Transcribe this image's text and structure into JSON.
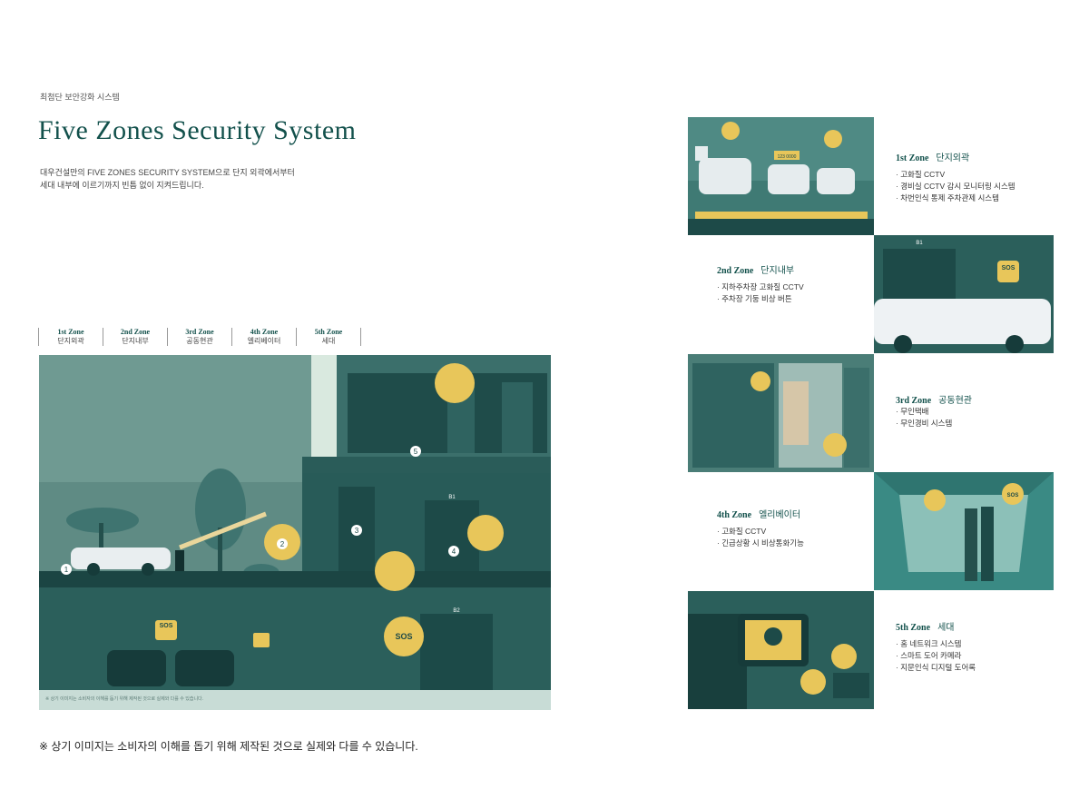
{
  "header": {
    "kicker": "최첨단 보안강화 시스템",
    "title": "Five Zones Security System",
    "description": [
      "대우건설만의 FIVE ZONES SECURITY SYSTEM으로 단지 외곽에서부터",
      "세대 내부에 이르기까지 빈틈 없이 지켜드립니다."
    ]
  },
  "zone_tabs": [
    {
      "en": "1st Zone",
      "ko": "단지외곽"
    },
    {
      "en": "2nd Zone",
      "ko": "단지내부"
    },
    {
      "en": "3rd Zone",
      "ko": "공동현관"
    },
    {
      "en": "4th Zone",
      "ko": "엘리베이터"
    },
    {
      "en": "5th Zone",
      "ko": "세대"
    }
  ],
  "illustration": {
    "markers": [
      "1",
      "2",
      "3",
      "4",
      "5"
    ],
    "sos_label": "SOS",
    "floor_sign": "B1",
    "floor_sign_lower": "B2",
    "caption": "※ 상기 이미지는 소비자의 이해를 돕기 위해 제작된 것으로 실제와 다를 수 있습니다."
  },
  "zones": [
    {
      "en": "1st Zone",
      "ko": "단지외곽",
      "items": [
        "· 고화질 CCTV",
        "· 경비실 CCTV 감시 모니터링 시스템",
        "· 차번인식 통제 주차관제 시스템"
      ]
    },
    {
      "en": "2nd Zone",
      "ko": "단지내부",
      "items": [
        "· 지하주차장 고화질 CCTV",
        "· 주차장 기둥 비상 버튼"
      ]
    },
    {
      "en": "3rd Zone",
      "ko": "공동현관",
      "items": [
        "· 무인택배",
        "· 무인경비 시스템"
      ]
    },
    {
      "en": "4th Zone",
      "ko": "엘리베이터",
      "items": [
        "· 고화질 CCTV",
        "· 긴급상황 시 비상통화기능"
      ]
    },
    {
      "en": "5th Zone",
      "ko": "세대",
      "items": [
        "· 홈 네트워크 시스템",
        "· 스마트 도어 카메라",
        "· 지문인식 디지털 도어록"
      ]
    }
  ],
  "panels": {
    "plate": "123 0000",
    "sos": "SOS",
    "floor": "B1"
  },
  "footnote": "※ 상기 이미지는 소비자의 이해를 돕기 위해 제작된 것으로 실제와 다를 수 있습니다.",
  "colors": {
    "teal_dark": "#1c4a48",
    "teal": "#2f6b68",
    "teal_light": "#4f8a84",
    "yellow": "#e8c65a",
    "title": "#13514c"
  }
}
